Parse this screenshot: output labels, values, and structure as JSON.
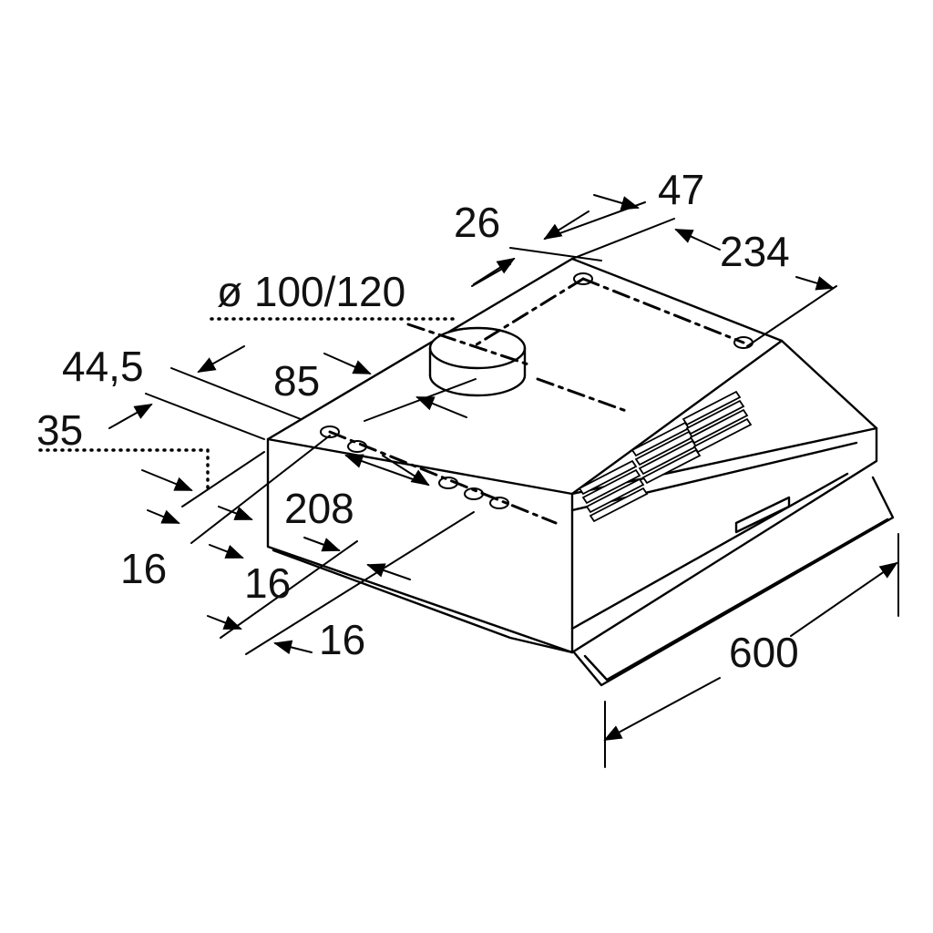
{
  "diagram": {
    "dimensions": {
      "d47": "47",
      "d26": "26",
      "d234": "234",
      "duct": "ø 100/120",
      "d44_5": "44,5",
      "d85": "85",
      "d35": "35",
      "d208": "208",
      "d16_a": "16",
      "d16_b": "16",
      "d16_c": "16",
      "d600": "600"
    },
    "colors": {
      "line": "#000000",
      "background": "#ffffff"
    }
  }
}
